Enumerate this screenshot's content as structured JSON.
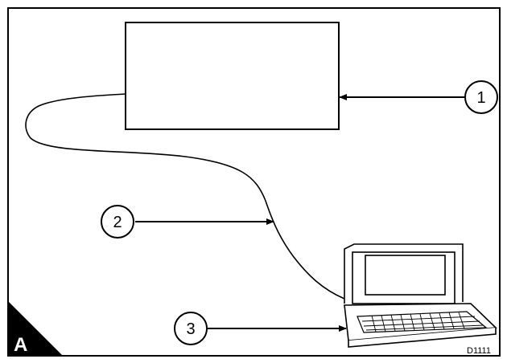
{
  "figure": {
    "letter": "A",
    "reference_code": "D1111"
  },
  "callouts": [
    {
      "number": "1"
    },
    {
      "number": "2"
    },
    {
      "number": "3"
    }
  ],
  "icons": {
    "device": "control-unit-box",
    "cable": "cable",
    "computer": "laptop-icon"
  }
}
